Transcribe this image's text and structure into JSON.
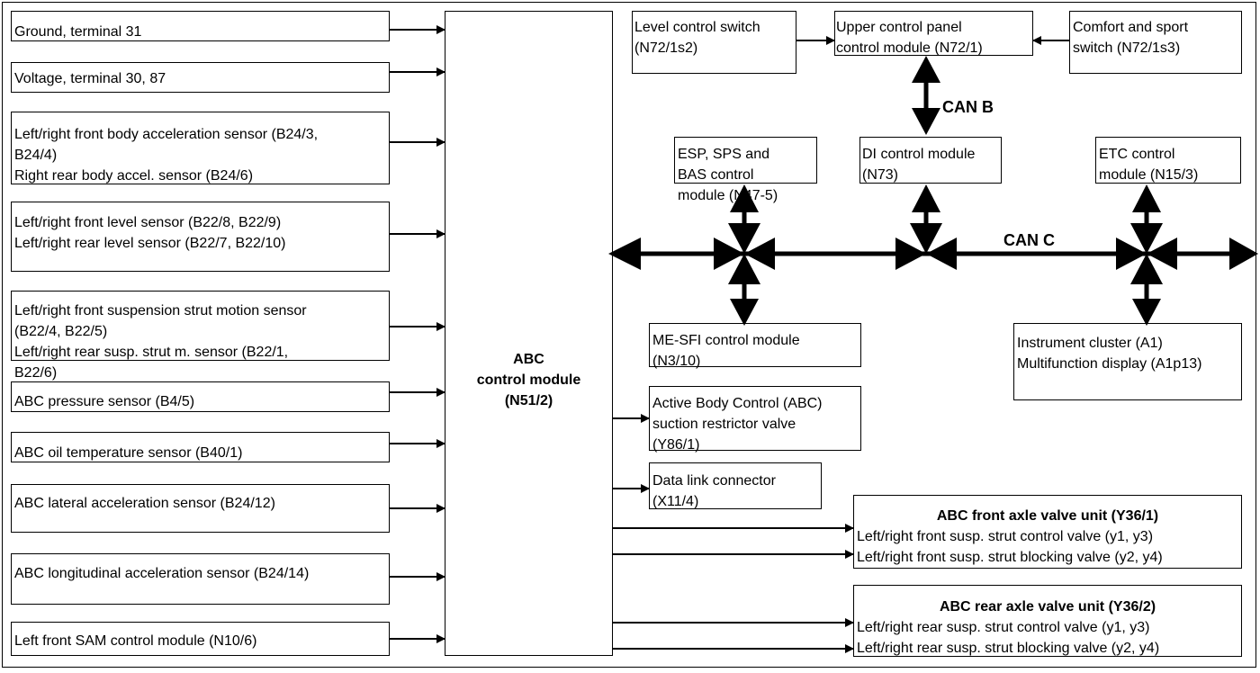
{
  "inputs": [
    {
      "id": "ground",
      "lines": [
        "Ground, terminal 31"
      ]
    },
    {
      "id": "voltage",
      "lines": [
        "Voltage, terminal 30, 87"
      ]
    },
    {
      "id": "body-accel",
      "lines": [
        "Left/right front body acceleration sensor (B24/3,",
        "B24/4)",
        "Right rear body accel. sensor (B24/6)"
      ]
    },
    {
      "id": "level-sensor",
      "lines": [
        "Left/right front level sensor (B22/8, B22/9)",
        "Left/right rear level sensor (B22/7, B22/10)"
      ]
    },
    {
      "id": "strut-motion",
      "lines": [
        "Left/right front suspension strut motion sensor",
        "(B22/4, B22/5)",
        "Left/right rear susp. strut m. sensor (B22/1,",
        "B22/6)"
      ]
    },
    {
      "id": "pressure",
      "lines": [
        "ABC pressure sensor (B4/5)"
      ]
    },
    {
      "id": "oil-temp",
      "lines": [
        "ABC oil temperature sensor (B40/1)"
      ]
    },
    {
      "id": "lateral",
      "lines": [
        "ABC lateral acceleration sensor (B24/12)"
      ]
    },
    {
      "id": "longitudinal",
      "lines": [
        "ABC longitudinal acceleration sensor (B24/14)"
      ]
    },
    {
      "id": "sam",
      "lines": [
        "Left front SAM control module (N10/6)"
      ]
    }
  ],
  "abc_module": {
    "lines": [
      "ABC",
      "control module",
      "(N51/2)"
    ]
  },
  "top": {
    "level_switch": {
      "lines": [
        "Level control switch",
        "(N72/1s2)"
      ]
    },
    "upper_panel": {
      "lines": [
        "Upper control panel",
        "control module (N72/1)"
      ]
    },
    "comfort_switch": {
      "lines": [
        "Comfort and sport",
        "switch (N72/1s3)"
      ]
    }
  },
  "can_b": "CAN B",
  "can_c": "CAN C",
  "can_nodes": {
    "esp": {
      "lines": [
        "ESP, SPS and",
        "BAS control",
        "module (N47-5)"
      ]
    },
    "di": {
      "lines": [
        "DI control module",
        "(N73)"
      ]
    },
    "etc": {
      "lines": [
        "ETC control",
        "module (N15/3)"
      ]
    },
    "me_sfi": {
      "lines": [
        "ME-SFI control module",
        "(N3/10)"
      ]
    },
    "cluster": {
      "lines": [
        "Instrument cluster (A1)",
        "Multifunction display (A1p13)"
      ]
    }
  },
  "outputs": {
    "suction": {
      "lines": [
        "Active Body Control (ABC)",
        "suction restrictor valve",
        "(Y86/1)"
      ]
    },
    "dlc": {
      "lines": [
        "Data link connector",
        "(X11/4)"
      ]
    },
    "front_axle": {
      "title": "ABC front axle valve unit (Y36/1)",
      "lines": [
        "Left/right front susp. strut control valve (y1, y3)",
        "Left/right front susp. strut blocking valve (y2, y4)"
      ]
    },
    "rear_axle": {
      "title": "ABC rear axle valve unit (Y36/2)",
      "lines": [
        "Left/right rear susp. strut control valve (y1, y3)",
        "Left/right rear susp. strut blocking valve (y2, y4)"
      ]
    }
  }
}
